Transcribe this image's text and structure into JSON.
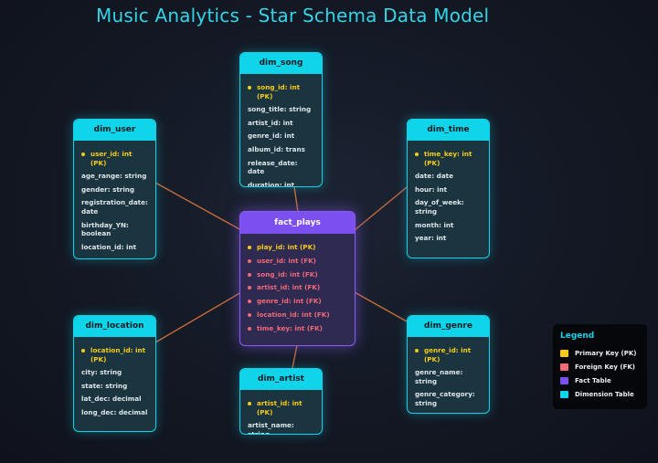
{
  "title": "Music Analytics - Star Schema Data Model",
  "colors": {
    "background": "#141a26",
    "primary_key": "#f7cb18",
    "foreign_key": "#f06a78",
    "fact_table": "#7c4ff0",
    "dimension_table": "#10d4ea",
    "connector": "#d9723a"
  },
  "tables": {
    "fact_plays": {
      "name": "fact_plays",
      "columns": [
        {
          "text": "play_id: int (PK)",
          "kind": "pk"
        },
        {
          "text": "user_id: int (FK)",
          "kind": "fk"
        },
        {
          "text": "song_id: int (FK)",
          "kind": "fk"
        },
        {
          "text": "artist_id: int (FK)",
          "kind": "fk"
        },
        {
          "text": "genre_id: int (FK)",
          "kind": "fk"
        },
        {
          "text": "location_id: int (FK)",
          "kind": "fk"
        },
        {
          "text": "time_key: int (FK)",
          "kind": "fk"
        }
      ]
    },
    "dim_song": {
      "name": "dim_song",
      "columns": [
        {
          "text": "song_id: int (PK)",
          "kind": "pk"
        },
        {
          "text": "song_title: string",
          "kind": "attr"
        },
        {
          "text": "artist_id: int",
          "kind": "attr"
        },
        {
          "text": "genre_id: int",
          "kind": "attr"
        },
        {
          "text": "album_id: trans",
          "kind": "attr"
        },
        {
          "text": "release_date: date",
          "kind": "attr"
        },
        {
          "text": "duration: int",
          "kind": "attr"
        }
      ]
    },
    "dim_user": {
      "name": "dim_user",
      "columns": [
        {
          "text": "user_id: int (PK)",
          "kind": "pk"
        },
        {
          "text": "age_range: string",
          "kind": "attr"
        },
        {
          "text": "gender: string",
          "kind": "attr"
        },
        {
          "text": "registration_date: date",
          "kind": "attr"
        },
        {
          "text": "birthday_YN: boolean",
          "kind": "attr"
        },
        {
          "text": "location_id: int",
          "kind": "attr"
        }
      ]
    },
    "dim_time": {
      "name": "dim_time",
      "columns": [
        {
          "text": "time_key: int (PK)",
          "kind": "pk"
        },
        {
          "text": "date: date",
          "kind": "attr"
        },
        {
          "text": "hour: int",
          "kind": "attr"
        },
        {
          "text": "day_of_week: string",
          "kind": "attr"
        },
        {
          "text": "month: int",
          "kind": "attr"
        },
        {
          "text": "year: int",
          "kind": "attr"
        }
      ]
    },
    "dim_location": {
      "name": "dim_location",
      "columns": [
        {
          "text": "location_id: int (PK)",
          "kind": "pk"
        },
        {
          "text": "city: string",
          "kind": "attr"
        },
        {
          "text": "state: string",
          "kind": "attr"
        },
        {
          "text": "lat_dec: decimal",
          "kind": "attr"
        },
        {
          "text": "long_dec: decimal",
          "kind": "attr"
        }
      ]
    },
    "dim_artist": {
      "name": "dim_artist",
      "columns": [
        {
          "text": "artist_id: int (PK)",
          "kind": "pk"
        },
        {
          "text": "artist_name: string",
          "kind": "attr"
        }
      ]
    },
    "dim_genre": {
      "name": "dim_genre",
      "columns": [
        {
          "text": "genre_id: int (PK)",
          "kind": "pk"
        },
        {
          "text": "genre_name: string",
          "kind": "attr"
        },
        {
          "text": "genre_category: string",
          "kind": "attr"
        }
      ]
    }
  },
  "relationships": [
    {
      "from": "fact_plays",
      "to": "dim_song"
    },
    {
      "from": "fact_plays",
      "to": "dim_user"
    },
    {
      "from": "fact_plays",
      "to": "dim_time"
    },
    {
      "from": "fact_plays",
      "to": "dim_location"
    },
    {
      "from": "fact_plays",
      "to": "dim_artist"
    },
    {
      "from": "fact_plays",
      "to": "dim_genre"
    }
  ],
  "legend": {
    "title": "Legend",
    "items": [
      {
        "label": "Primary Key (PK)",
        "color": "#f7cb18"
      },
      {
        "label": "Foreign Key (FK)",
        "color": "#f06a78"
      },
      {
        "label": "Fact Table",
        "color": "#7c4ff0"
      },
      {
        "label": "Dimension Table",
        "color": "#10d4ea"
      }
    ]
  }
}
